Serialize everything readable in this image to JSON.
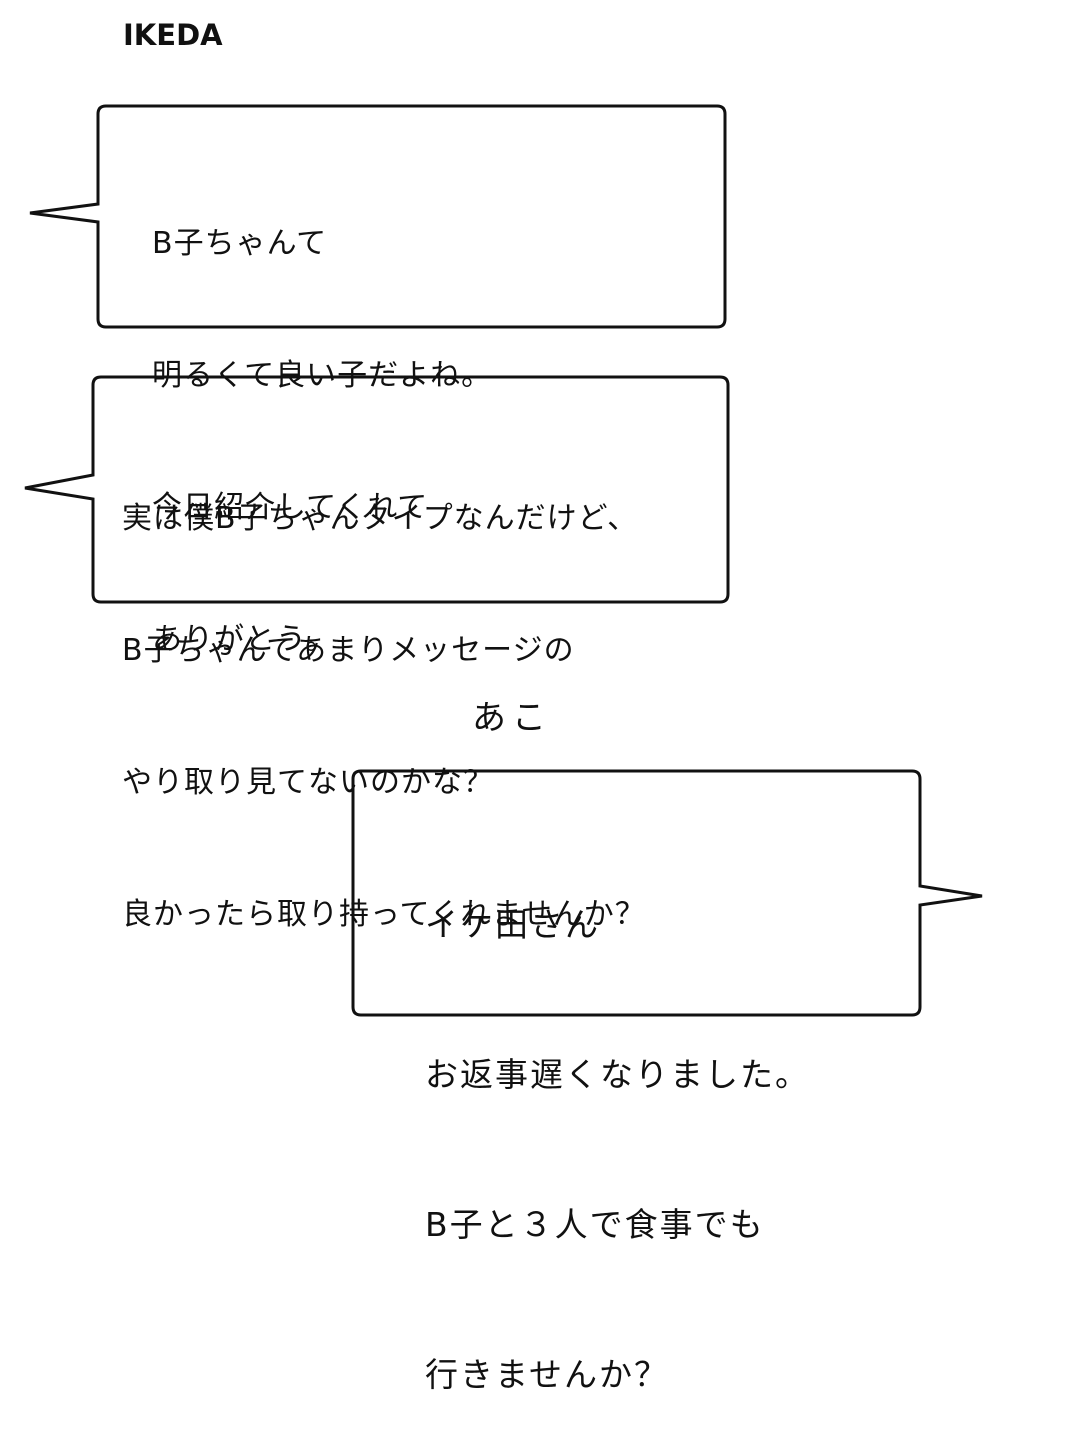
{
  "conversation": {
    "speakers": [
      {
        "name": "IKEDA"
      },
      {
        "name": "あこ"
      }
    ],
    "messages": [
      {
        "speaker": "IKEDA",
        "lines": [
          "B子ちゃんて",
          "明るくて良い子だよね。",
          "今日紹介してくれて",
          "ありがとう。"
        ]
      },
      {
        "speaker": "IKEDA",
        "lines": [
          "実は僕B子ちゃんタイプなんだけど、",
          "B子ちゃんてあまりメッセージの",
          "やり取り見てないのかな？",
          "良かったら取り持ってくれませんか？"
        ]
      },
      {
        "speaker": "あこ",
        "lines": [
          "イケ田さん",
          "お返事遅くなりました。",
          "B子と３人で食事でも",
          "行きませんか？"
        ]
      }
    ]
  },
  "colors": {
    "background": "#ffffff",
    "stroke": "#111111",
    "text": "#111111"
  }
}
